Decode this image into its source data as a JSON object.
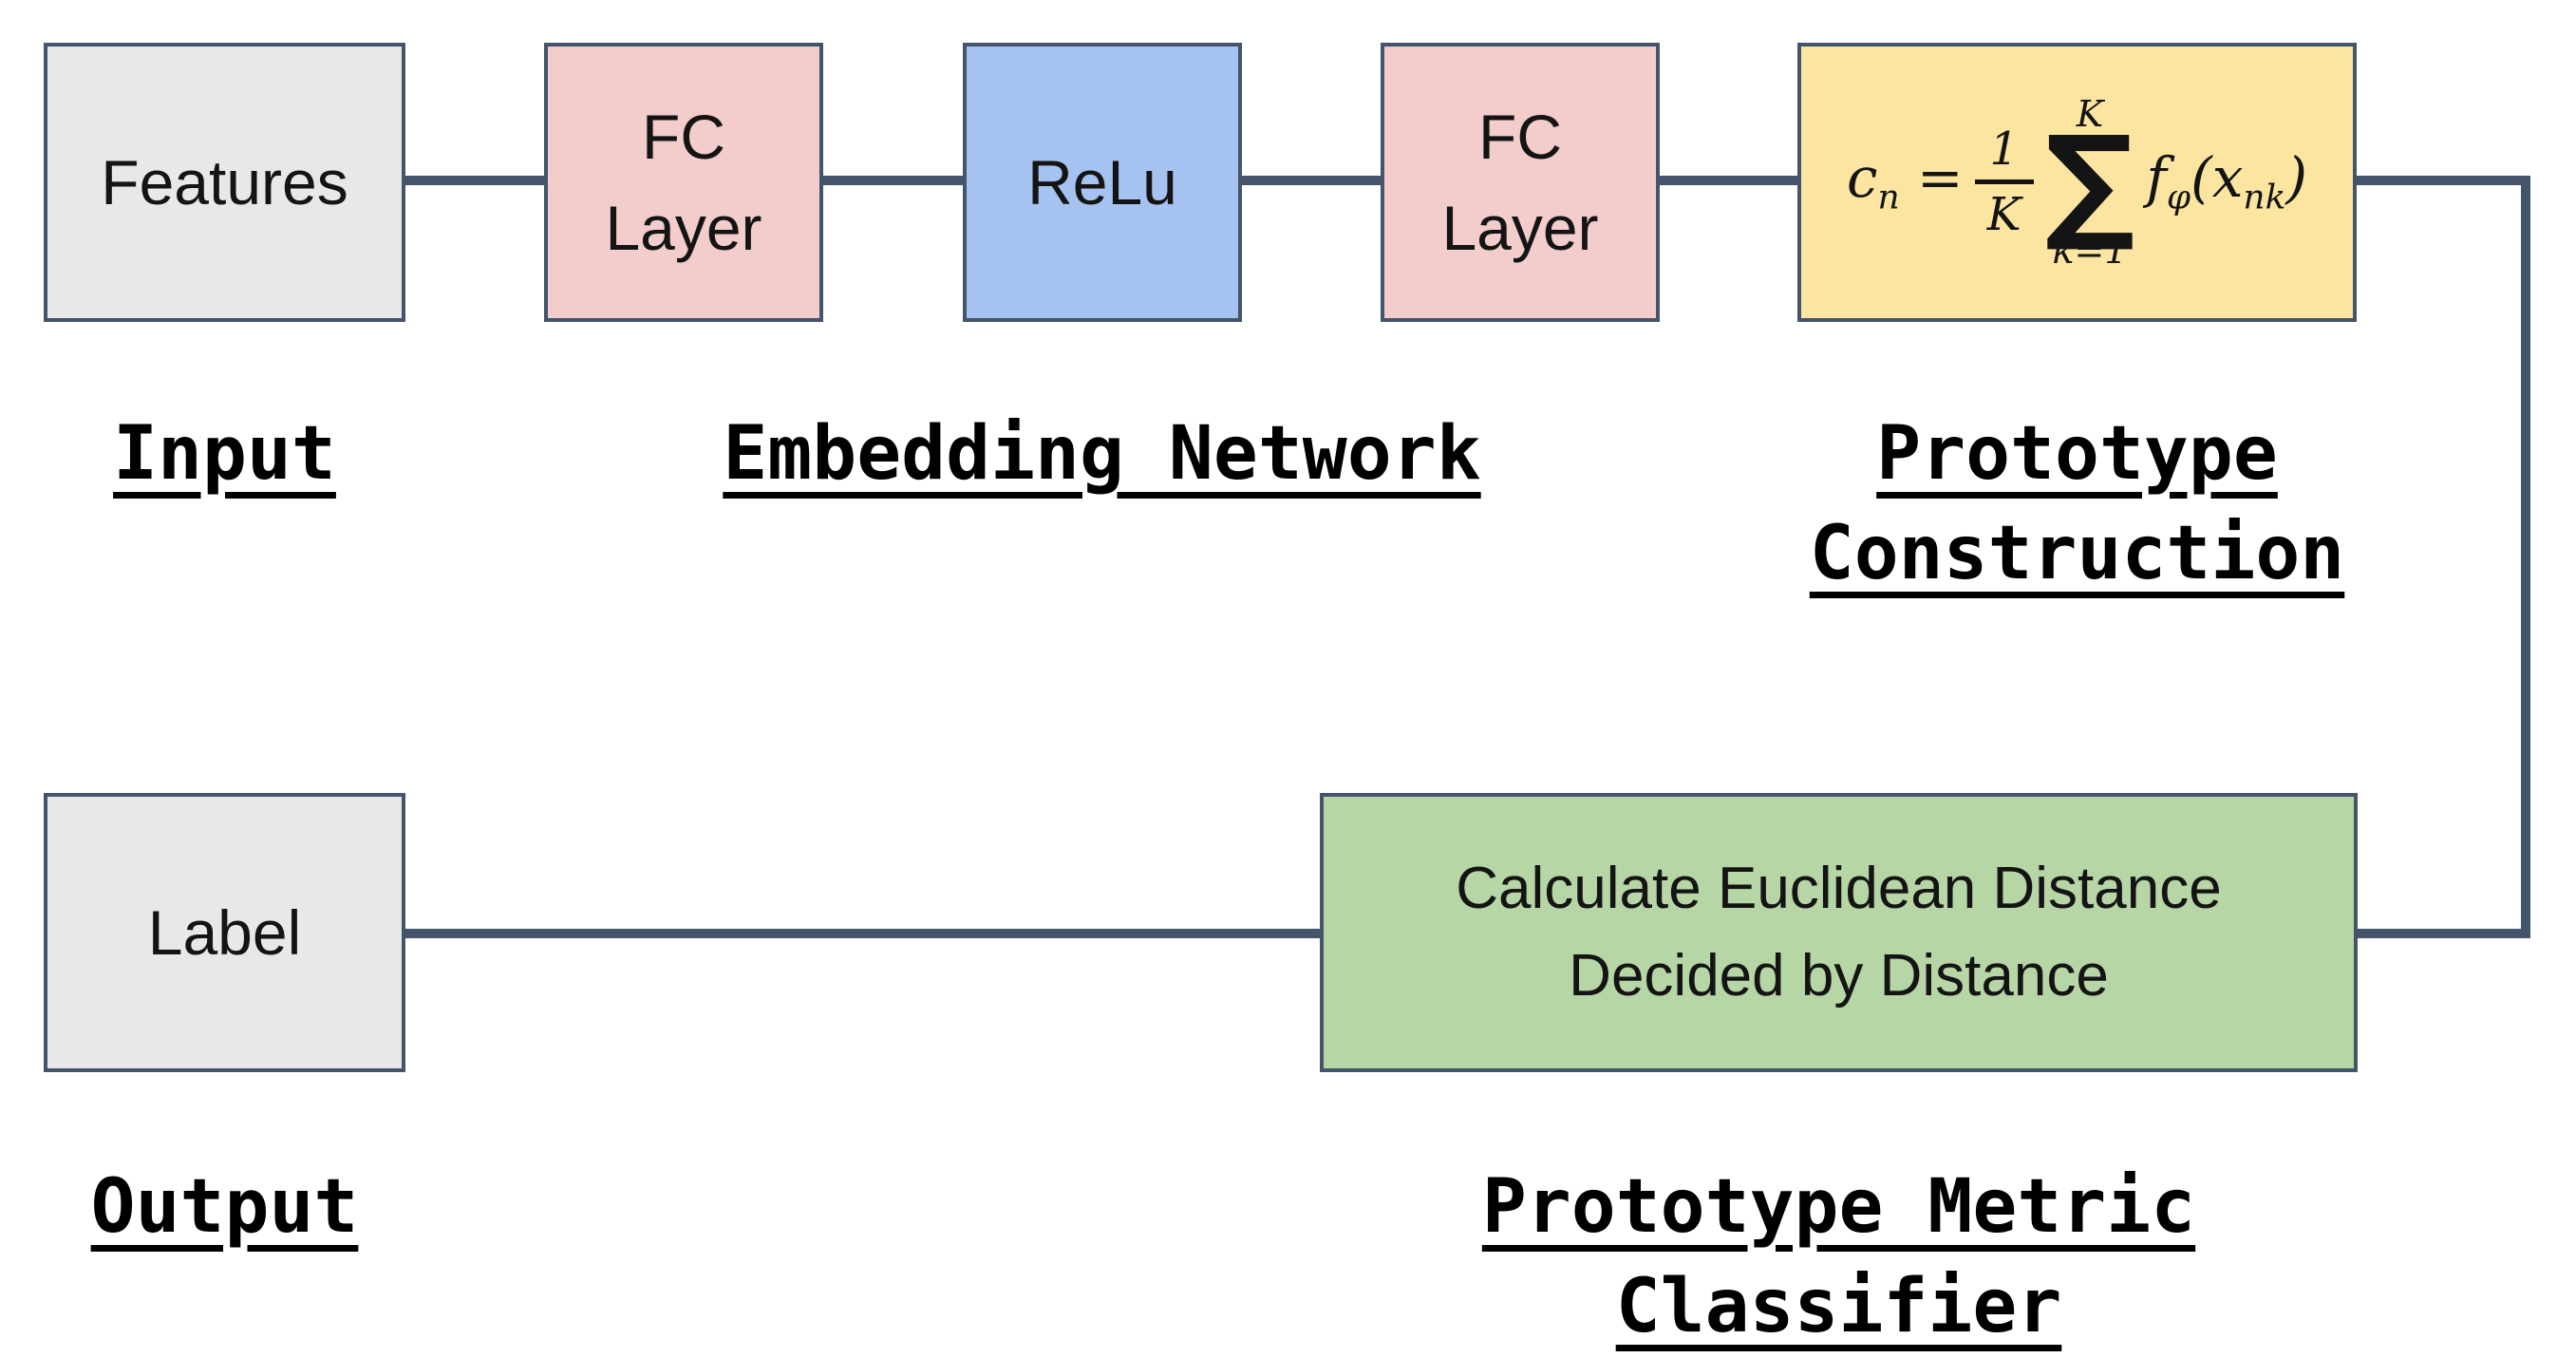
{
  "boxes": {
    "features": {
      "label": "Features"
    },
    "fc_layer": {
      "line1": "FC",
      "line2": "Layer"
    },
    "relu": {
      "label": "ReLu"
    },
    "label": {
      "label": "Label"
    },
    "classifier": {
      "line1": "Calculate Euclidean Distance",
      "line2": "Decided by Distance"
    }
  },
  "formula": {
    "lhs": "c",
    "lhs_sub": "n",
    "equals": "=",
    "numerator": "1",
    "denominator": "K",
    "sum_upper": "K",
    "sum_symbol": "∑",
    "sum_lower": "k=1",
    "fn": "f",
    "fn_sub": "φ",
    "paren_open": "(",
    "arg": "x",
    "arg_sub": "nk",
    "paren_close": ")"
  },
  "headings": {
    "input": "Input",
    "embedding_network": "Embedding Network",
    "prototype_construction_line1": "Prototype",
    "prototype_construction_line2": "Construction",
    "output": "Output",
    "metric_line1": "Prototype Metric",
    "metric_line2": "Classifier"
  },
  "edges": [
    "Features -> FC Layer",
    "FC Layer -> ReLu",
    "ReLu -> FC Layer",
    "FC Layer -> Prototype Construction formula",
    "Prototype Construction formula -> Prototype Metric Classifier (right elbow)",
    "Label - Prototype Metric Classifier (horizontal)"
  ],
  "colors": {
    "gray_fill": "#e9e8e8",
    "pink_fill": "#f3cccc",
    "blue_fill": "#a5c2f1",
    "yellow_fill": "#fce5a0",
    "green_fill": "#b6d6a6",
    "connector": "#44546a",
    "border": "#44546a",
    "text": "#141414"
  }
}
